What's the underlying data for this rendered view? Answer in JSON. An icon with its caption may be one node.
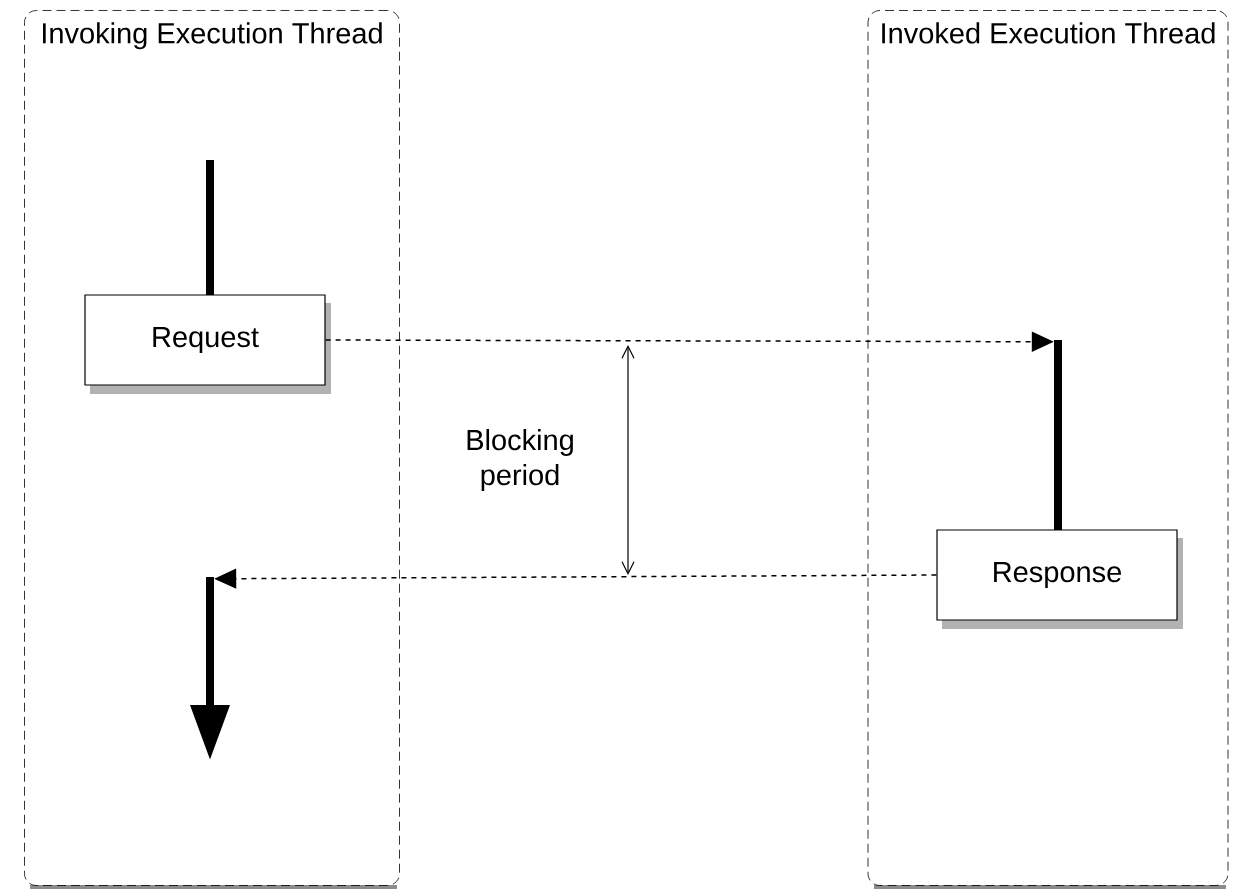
{
  "diagram": {
    "nodes": [
      {
        "text": [
          "Invoking Execution Thread"
        ]
      },
      {
        "text": [],
        "shape": "bar",
        "in": 0
      },
      {
        "text": [
          "Request"
        ],
        "in": 0
      },
      {
        "text": [
          "Invoked Execution Thread"
        ]
      },
      {
        "text": [],
        "shape": "bar",
        "in": 3
      },
      {
        "text": [
          "Response"
        ],
        "in": 3
      },
      {
        "text": [],
        "shape": "bar",
        "in": 0
      }
    ],
    "edges": [
      {
        "from": 2,
        "to": 4,
        "arrow": "to",
        "style": "dashed"
      },
      {
        "from": 5,
        "to": 6,
        "arrow": "to",
        "style": "dashed"
      },
      {
        "from": 6,
        "to": null,
        "arrow": "to",
        "style": "thick"
      }
    ],
    "labels": [
      "Blocking period"
    ]
  }
}
